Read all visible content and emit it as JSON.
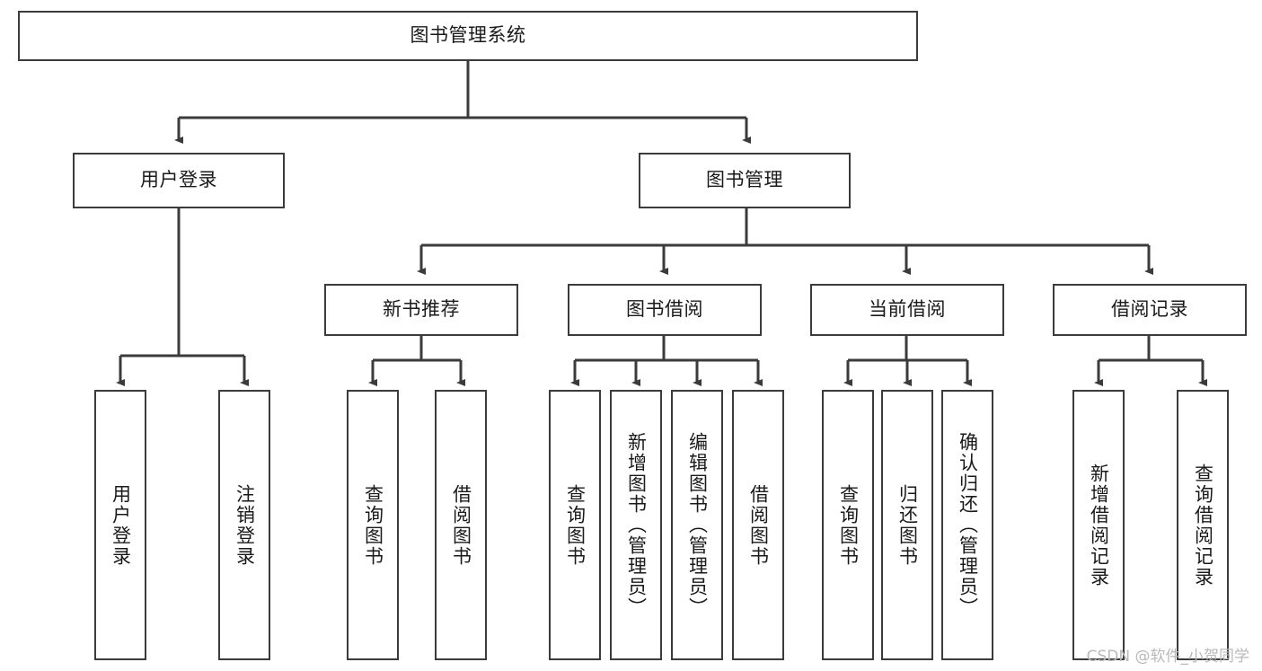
{
  "diagram": {
    "title": "图书管理系统",
    "watermark": "CSDN @软件_小贺同学",
    "stroke_color": "#3b3b3b",
    "background_color": "#ffffff",
    "text_color": "#1a1a1a",
    "watermark_color": "#b9b9b9",
    "type": "tree-hierarchy",
    "nodes": {
      "root": {
        "label": "图书管理系统",
        "level": 0
      },
      "l1": [
        {
          "id": "user_login",
          "label": "用户登录"
        },
        {
          "id": "book_mgmt",
          "label": "图书管理"
        }
      ],
      "l2": [
        {
          "id": "new_book_rec",
          "label": "新书推荐",
          "parent": "book_mgmt"
        },
        {
          "id": "book_borrow",
          "label": "图书借阅",
          "parent": "book_mgmt"
        },
        {
          "id": "current_borrow",
          "label": "当前借阅",
          "parent": "book_mgmt"
        },
        {
          "id": "borrow_record",
          "label": "借阅记录",
          "parent": "book_mgmt"
        }
      ],
      "leaves": {
        "user_login": [
          {
            "id": "leaf_login",
            "label": "用户登录"
          },
          {
            "id": "leaf_logout",
            "label": "注销登录"
          }
        ],
        "new_book_rec": [
          {
            "id": "leaf_query_book_1",
            "label": "查询图书"
          },
          {
            "id": "leaf_borrow_book_1",
            "label": "借阅图书"
          }
        ],
        "book_borrow": [
          {
            "id": "leaf_query_book_2",
            "label": "查询图书"
          },
          {
            "id": "leaf_add_book",
            "label": "新增图书（管理员）"
          },
          {
            "id": "leaf_edit_book",
            "label": "编辑图书（管理员）"
          },
          {
            "id": "leaf_borrow_book_2",
            "label": "借阅图书"
          }
        ],
        "current_borrow": [
          {
            "id": "leaf_query_book_3",
            "label": "查询图书"
          },
          {
            "id": "leaf_return_book",
            "label": "归还图书"
          },
          {
            "id": "leaf_confirm_return",
            "label": "确认归还（管理员）"
          }
        ],
        "borrow_record": [
          {
            "id": "leaf_add_record",
            "label": "新增借阅记录"
          },
          {
            "id": "leaf_query_record",
            "label": "查询借阅记录"
          }
        ]
      }
    }
  }
}
